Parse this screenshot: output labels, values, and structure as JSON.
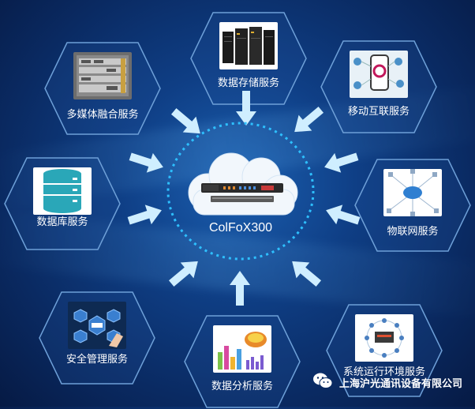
{
  "center": {
    "label": "ColFoX300"
  },
  "services": [
    {
      "key": "multimedia",
      "label": "多媒体融合服务"
    },
    {
      "key": "storage",
      "label": "数据存储服务"
    },
    {
      "key": "mobile",
      "label": "移动互联服务"
    },
    {
      "key": "database",
      "label": "数据库服务"
    },
    {
      "key": "iot",
      "label": "物联网服务"
    },
    {
      "key": "security",
      "label": "安全管理服务"
    },
    {
      "key": "analytics",
      "label": "数据分析服务"
    },
    {
      "key": "environment",
      "label": "系统运行环境服务"
    }
  ],
  "watermark": {
    "text": "上海沪光通讯设备有限公司",
    "icon": "wechat-icon"
  },
  "colors": {
    "arrow": "#cfeeff",
    "hex_border": "#6ea0d8",
    "cloud": "#f2f7fc",
    "dash_ring": "#2ec0ff"
  }
}
